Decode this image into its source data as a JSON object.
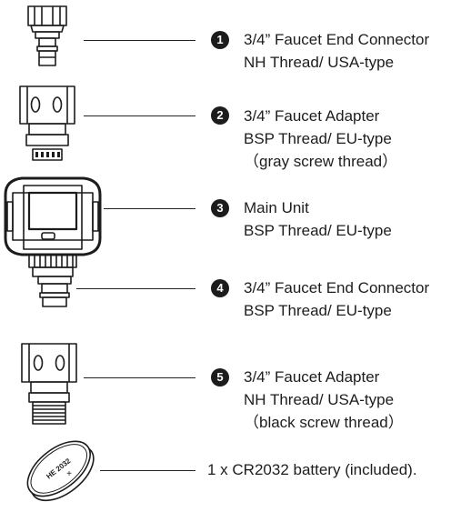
{
  "components": [
    {
      "number": "1",
      "icon": "faucet-end-connector-nh-icon",
      "lines": [
        "3/4” Faucet End Connector",
        "NH Thread/ USA-type"
      ]
    },
    {
      "number": "2",
      "icon": "faucet-adapter-bsp-icon",
      "lines": [
        "3/4” Faucet Adapter",
        "BSP Thread/ EU-type",
        "（gray screw thread）"
      ]
    },
    {
      "number": "3",
      "icon": "main-unit-icon",
      "lines": [
        "Main Unit",
        "BSP Thread/ EU-type"
      ]
    },
    {
      "number": "4",
      "icon": "faucet-end-connector-bsp-icon",
      "lines": [
        "3/4” Faucet End Connector",
        "BSP Thread/ EU-type"
      ]
    },
    {
      "number": "5",
      "icon": "faucet-adapter-nh-icon",
      "lines": [
        "3/4” Faucet Adapter",
        "NH Thread/ USA-type",
        "（black screw thread）"
      ]
    }
  ],
  "battery": {
    "icon": "coin-battery-icon",
    "label": "1 x CR2032 battery (included).",
    "engraving": "HE 2032",
    "plus": "+"
  },
  "colors": {
    "line": "#1c1c1c",
    "badge": "#1c1c1c",
    "background": "#ffffff"
  }
}
